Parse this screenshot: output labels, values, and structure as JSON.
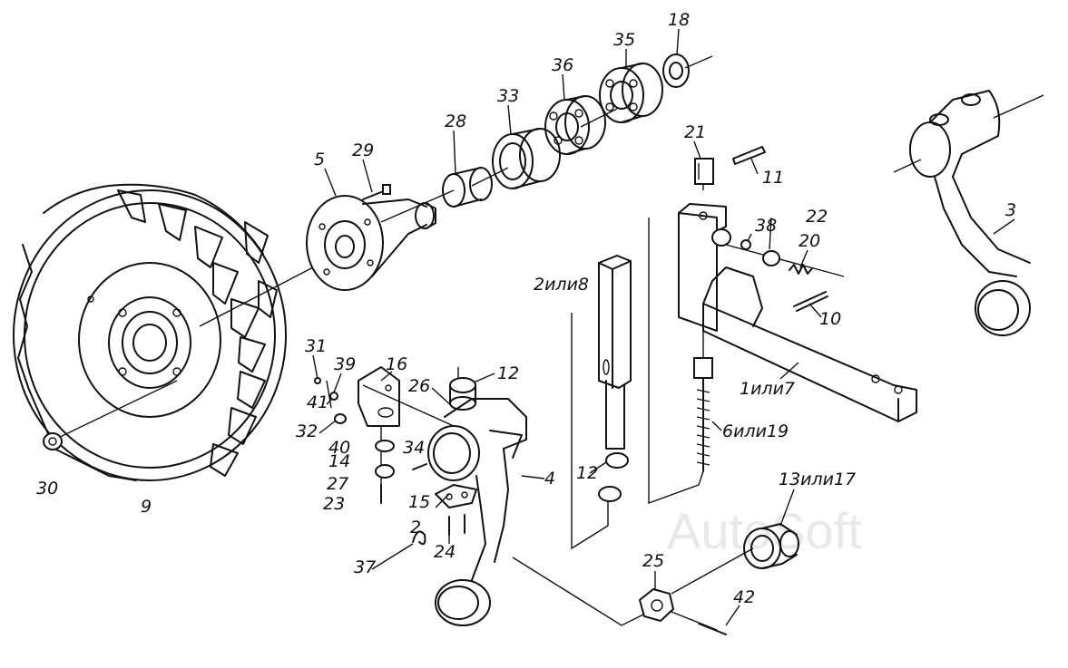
{
  "watermark": "AutoSoft",
  "labels": {
    "l1": "1или7",
    "l2": "2",
    "l2alt": "2или8",
    "l3": "3",
    "l4": "4",
    "l5": "5",
    "l6": "6или19",
    "l9": "9",
    "l10": "10",
    "l11": "11",
    "l12a": "12",
    "l12b": "12",
    "l13": "13или17",
    "l14": "14",
    "l15": "15",
    "l16": "16",
    "l18": "18",
    "l20": "20",
    "l21": "21",
    "l22": "22",
    "l23": "23",
    "l24": "24",
    "l25": "25",
    "l26": "26",
    "l27": "27",
    "l28": "28",
    "l29": "29",
    "l30": "30",
    "l31": "31",
    "l32": "32",
    "l33": "33",
    "l34": "34",
    "l35": "35",
    "l36": "36",
    "l37": "37",
    "l38": "38",
    "l39": "39",
    "l40": "40",
    "l41": "41",
    "l42": "42"
  }
}
